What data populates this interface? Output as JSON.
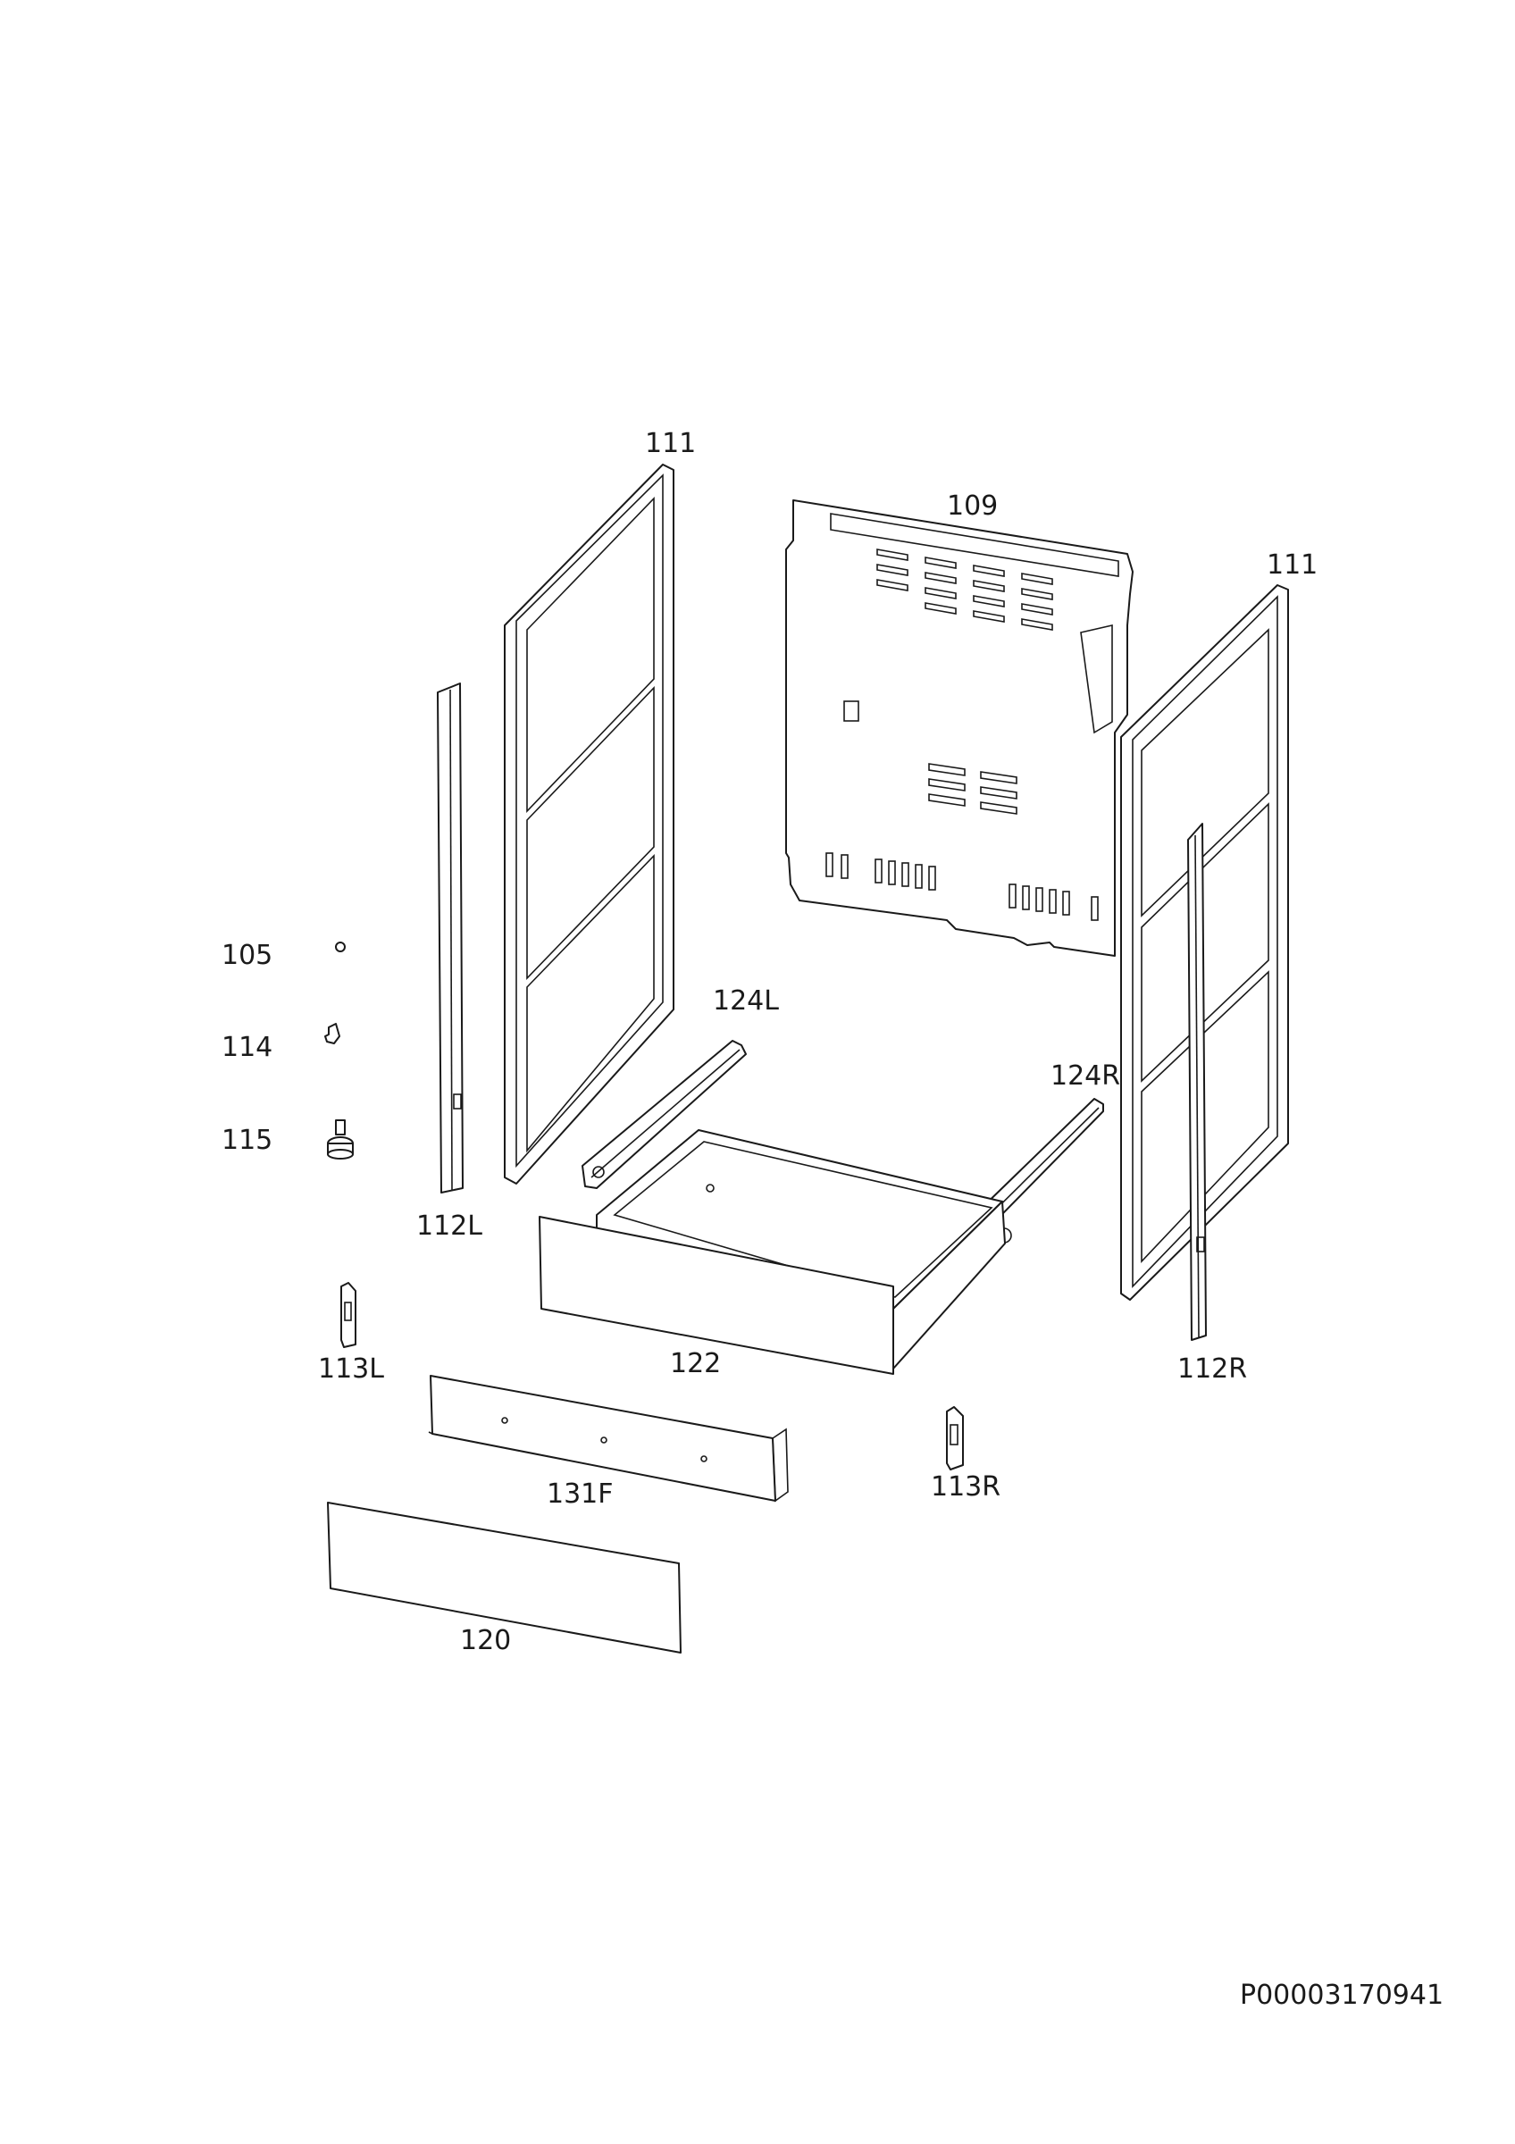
{
  "parts": {
    "p105": "105",
    "p109": "109",
    "p111_left": "111",
    "p111_right": "111",
    "p112L": "112L",
    "p112R": "112R",
    "p113L": "113L",
    "p113R": "113R",
    "p114": "114",
    "p115": "115",
    "p120": "120",
    "p122": "122",
    "p124L": "124L",
    "p124R": "124R",
    "p131F": "131F"
  },
  "document_code": "P00003170941"
}
